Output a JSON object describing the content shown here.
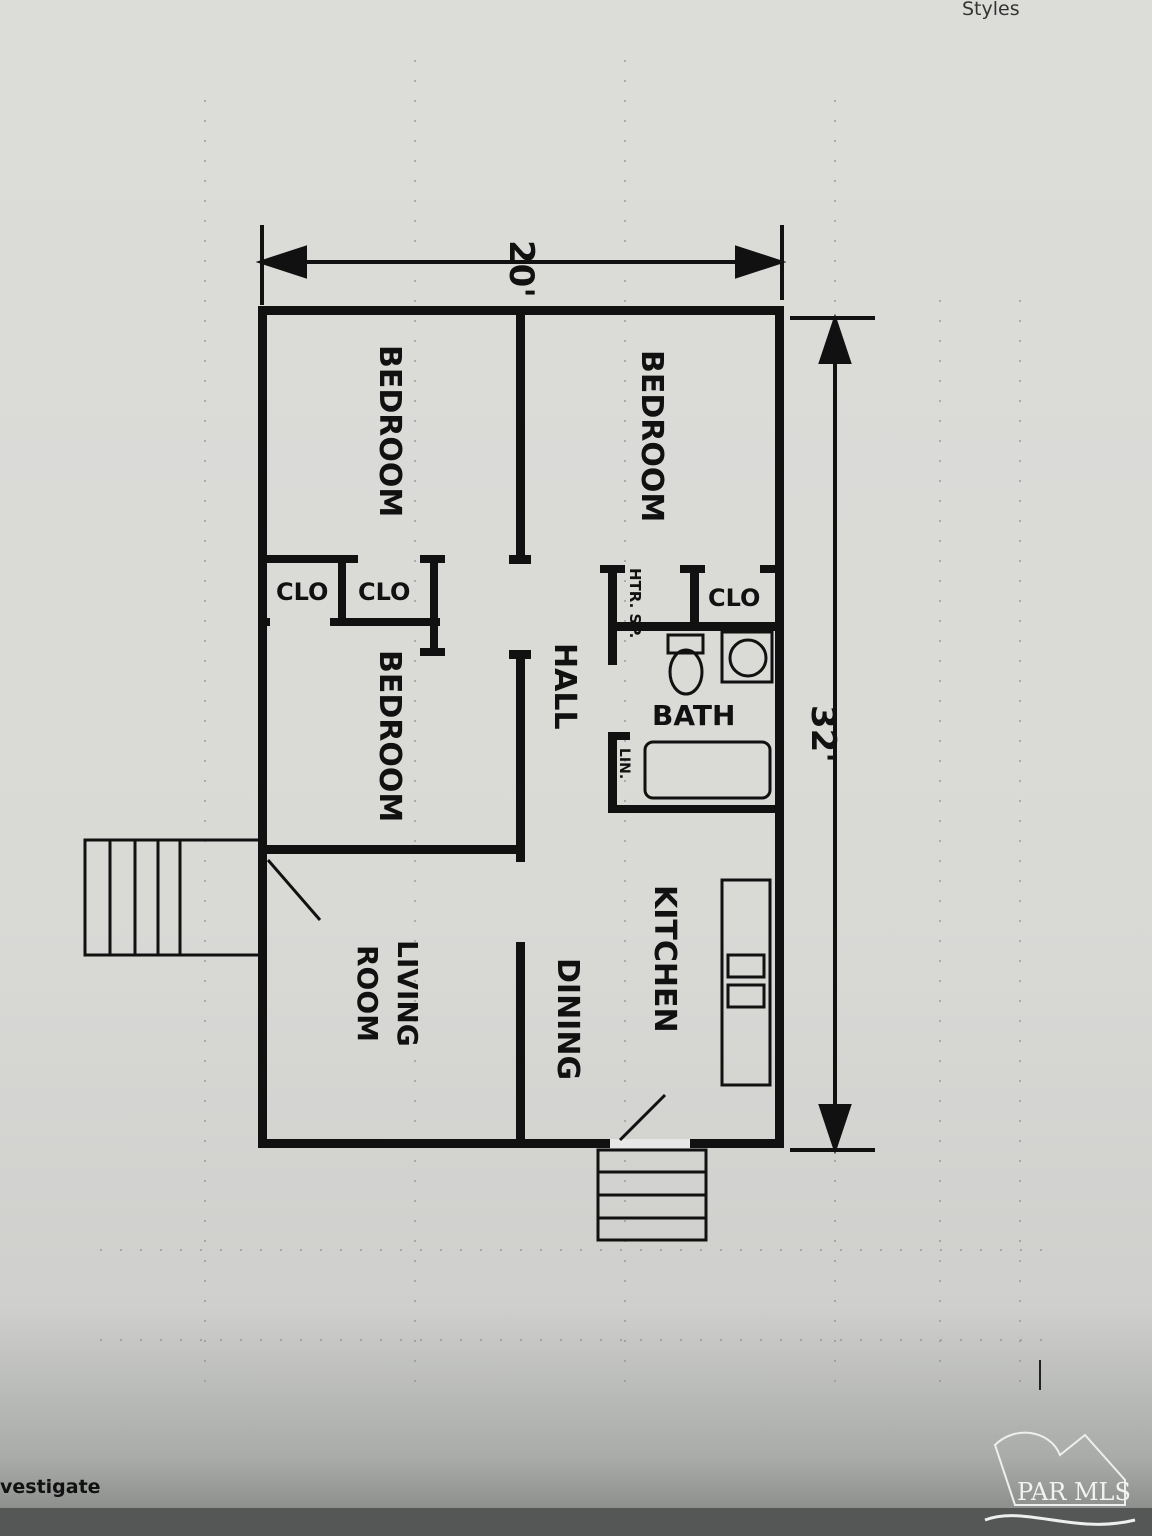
{
  "toolbar": {
    "styles_label": "Styles"
  },
  "footer": {
    "investigate_label": "vestigate"
  },
  "watermark": {
    "text": "PAR MLS"
  },
  "floor_plan": {
    "width_dimension": "20'",
    "length_dimension": "32'",
    "rooms": {
      "bedroom_top_left": "BEDROOM",
      "bedroom_top_right": "BEDROOM",
      "bedroom_bottom_left": "BEDROOM",
      "closet_1": "CLO",
      "closet_2": "CLO",
      "closet_3": "CLO",
      "heater_space": "HTR. SP.",
      "bath": "BATH",
      "linen": "LIN.",
      "hall": "HALL",
      "kitchen": "KITCHEN",
      "dining": "DINING",
      "living_1": "LIVING",
      "living_2": "ROOM"
    }
  }
}
